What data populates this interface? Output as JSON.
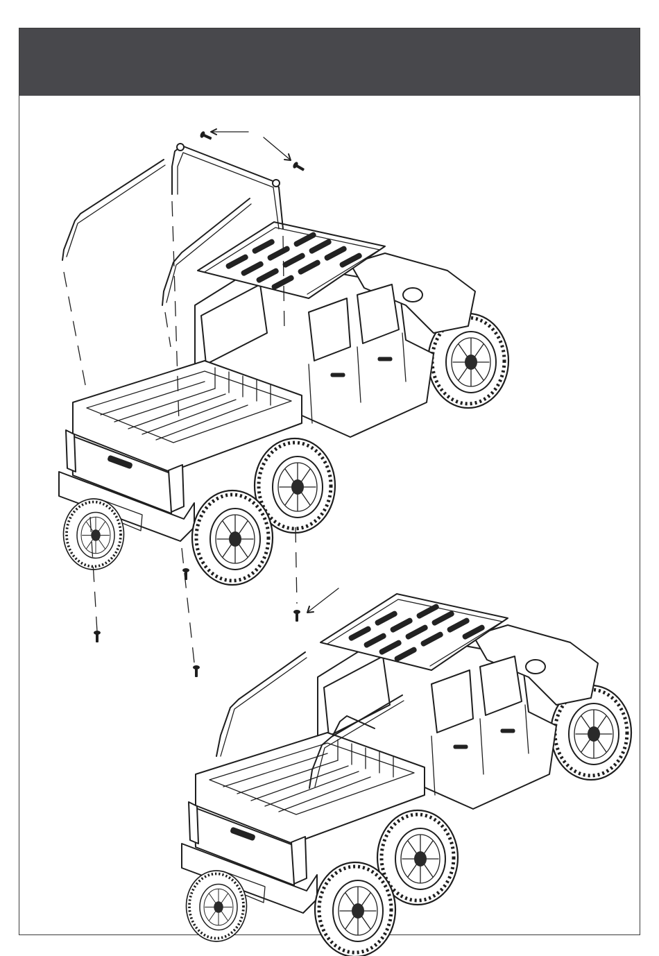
{
  "page": {
    "header_bar_color": "#48484c",
    "frame_color": "#3a3a3a",
    "line_color": "#1e1e1e"
  },
  "figures": [
    {
      "name": "exploded-view",
      "parts": [
        "roll-bar-left",
        "roll-bar-center",
        "roll-bar-right",
        "screws-top",
        "screws-bottom"
      ]
    },
    {
      "name": "assembled-view",
      "parts": [
        "truck-with-roll-bars"
      ]
    }
  ]
}
